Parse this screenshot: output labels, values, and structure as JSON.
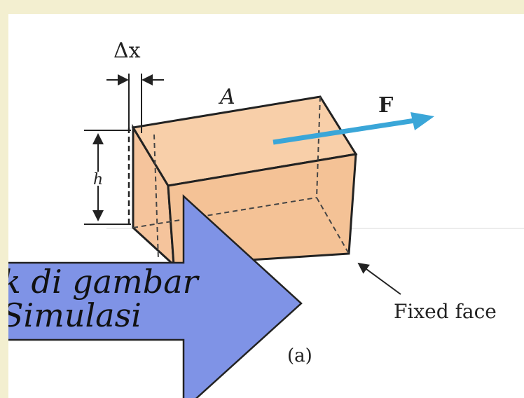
{
  "diagram": {
    "labels": {
      "delta_x": "Δx",
      "area": "A",
      "force": "F",
      "height": "h",
      "fixed_face": "Fixed face",
      "panel": "(a)"
    },
    "callout": {
      "line1": "k di gambar",
      "line2": "Simulasi"
    }
  },
  "colors": {
    "slide_background": "#f3efd0",
    "block_fill": "#f7c9a2",
    "force_arrow": "#3aa6d8",
    "callout_fill": "#7f93e6"
  }
}
